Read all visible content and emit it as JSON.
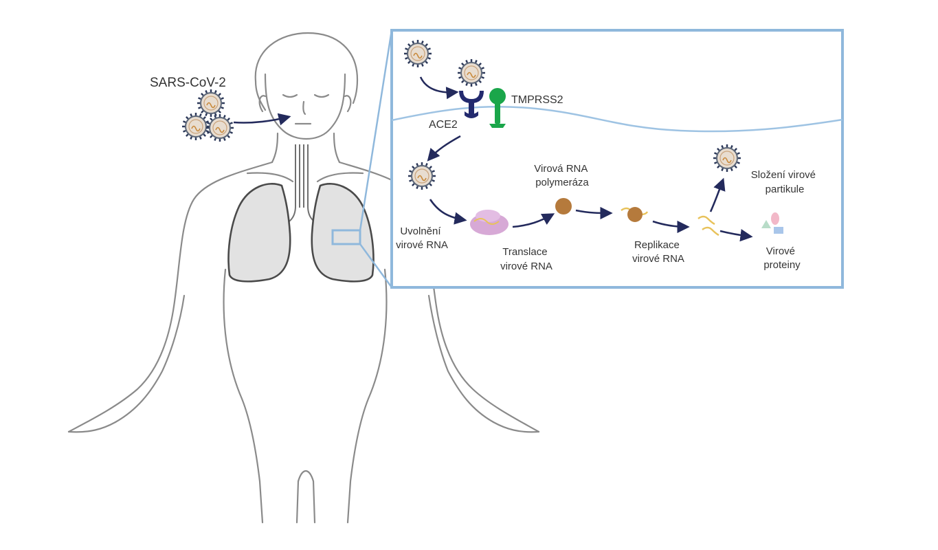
{
  "labels": {
    "virus_name": "SARS-CoV-2",
    "tmprss2": "TMPRSS2",
    "ace2": "ACE2",
    "rna_release": [
      "Uvolnění",
      "virové RNA"
    ],
    "translation": [
      "Translace",
      "virové RNA"
    ],
    "polymerase": [
      "Virová RNA",
      "polymeráza"
    ],
    "replication": [
      "Replikace",
      "virové RNA"
    ],
    "assembly": [
      "Složení virové",
      "partikule"
    ],
    "proteins": [
      "Virové",
      "proteiny"
    ]
  },
  "colors": {
    "outline": "#8a8a8a",
    "lung_fill": "#e2e2e2",
    "lung_stroke": "#4a4a4a",
    "inset_frame": "#8fb8dc",
    "membrane": "#9ec3e3",
    "arrow": "#232a5c",
    "ace2": "#232a6e",
    "tmprss2": "#1aa64a",
    "virus_spike": "#2e3a5a",
    "virus_body": "#e8ddd0",
    "ribosome": "#d7a9d6",
    "polymerase": "#b57a3c",
    "rna": "#e8c25a",
    "protein_a": "#b8dcc8",
    "protein_b": "#f2b8c8",
    "protein_c": "#a9c6ea"
  },
  "icons": [
    "virus-icon",
    "ace2-receptor-icon",
    "tmprss2-protease-icon",
    "ribosome-icon",
    "polymerase-icon",
    "rna-strand-icon",
    "protein-icon"
  ]
}
